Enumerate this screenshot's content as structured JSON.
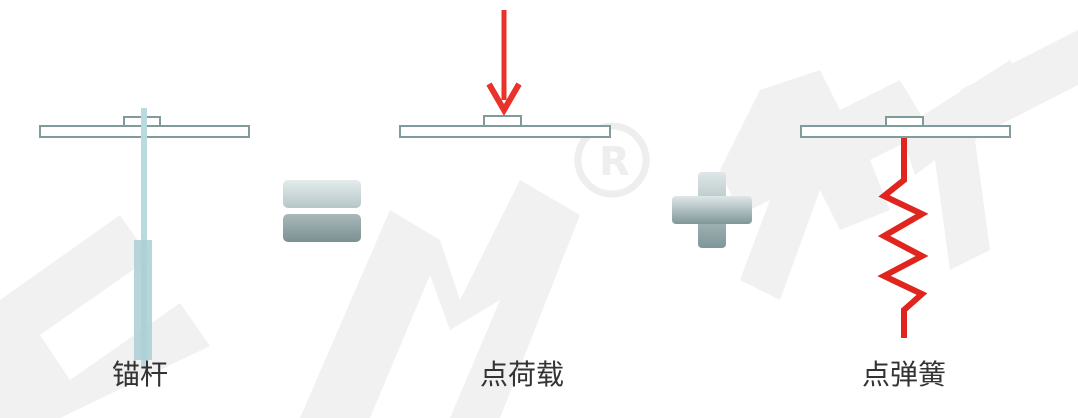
{
  "captions": {
    "anchor": "锚杆",
    "point_load": "点荷载",
    "point_spring": "点弹簧"
  },
  "operators": {
    "equals": "=",
    "plus": "+"
  },
  "watermark": {
    "text": "DM®新"
  },
  "colors": {
    "plate_stroke": "#7f9b9b",
    "plate_fill": "#ffffff",
    "anchor_rod": "#b9dbe0",
    "anchor_grout": "#a9cfd4",
    "load_arrow": "#e8322a",
    "spring": "#e0251f",
    "operator": "#8fa6a8",
    "watermark": "#f2f2f2"
  },
  "icons": [
    "down-arrow-icon",
    "spring-icon",
    "equals-sign-icon",
    "plus-sign-icon"
  ]
}
